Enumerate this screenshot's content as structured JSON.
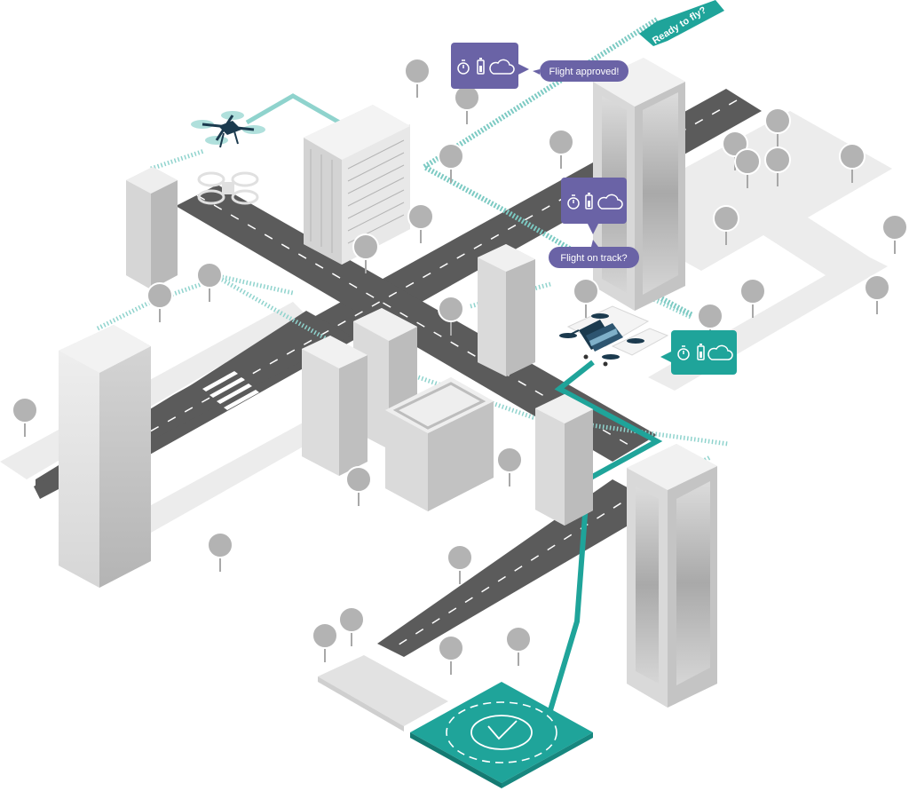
{
  "labels": {
    "ready_to_fly": "Ready to fly?",
    "flight_approved": "Flight approved!",
    "flight_on_track": "Flight on track?"
  },
  "icons": [
    "timer-icon",
    "battery-icon",
    "cloud-icon"
  ],
  "colors": {
    "teal": "#1fa49a",
    "teal_light": "#8fd3cd",
    "purple": "#6a63a6",
    "road": "#5b5b5b",
    "building_light": "#e4e4e4",
    "building_dark": "#bdbdbd",
    "tree": "#b3b3b3",
    "pavement": "#ececec"
  }
}
